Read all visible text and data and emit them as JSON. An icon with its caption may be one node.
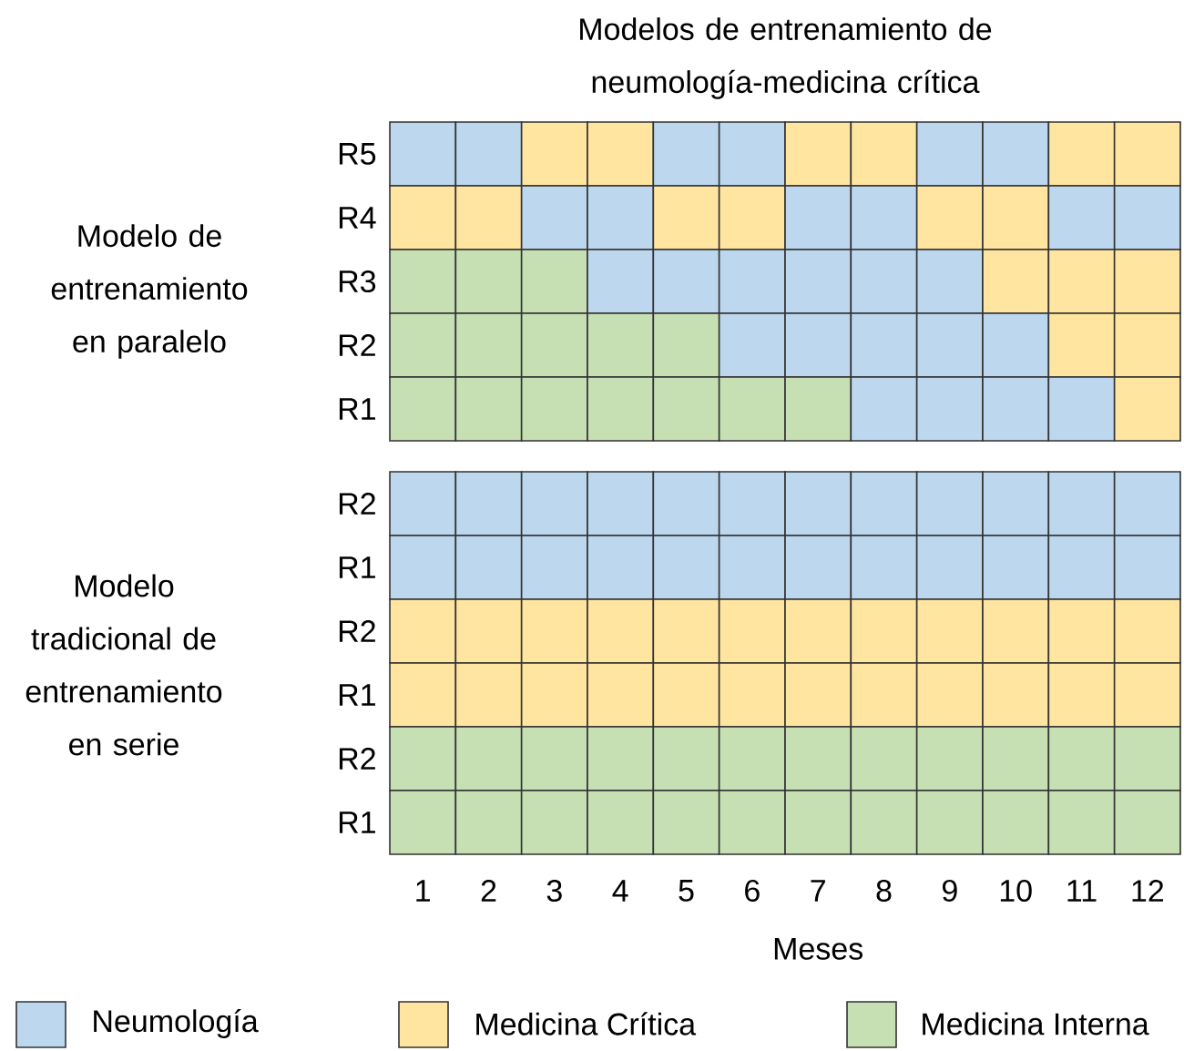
{
  "diagram": {
    "title": "Modelos de entrenamiento de neumología-medicina crítica",
    "labels": [
      "Modelo de entrenamiento en paralelo",
      "R5",
      "R4",
      "R3",
      "R2",
      "R1",
      "Modelo tradicional de entrenamiento en serie",
      "R2",
      "R1",
      "R2",
      "R1",
      "R2",
      "R1",
      "1",
      "2",
      "3",
      "4",
      "5",
      "6",
      "7",
      "8",
      "9",
      "10",
      "11",
      "12",
      "Meses"
    ],
    "legend": [
      {
        "text": "Neumología",
        "color": "#bdd7ee"
      },
      {
        "text": "Medicina Crítica",
        "color": "#ffe5a0"
      },
      {
        "text": "Medicina Interna",
        "color": "#c6e0b4"
      }
    ]
  }
}
